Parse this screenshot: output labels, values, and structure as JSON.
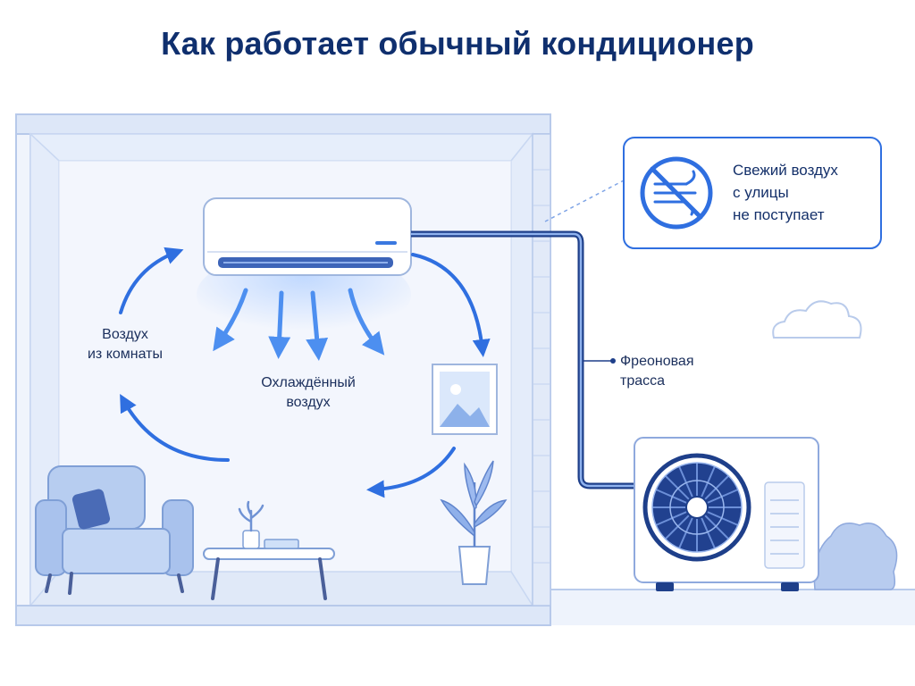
{
  "title": "Как работает обычный кондиционер",
  "labels": {
    "room_air_line1": "Воздух",
    "room_air_line2": "из комнаты",
    "cooled_air_line1": "Охлаждённый",
    "cooled_air_line2": "воздух",
    "freon_line1": "Фреоновая",
    "freon_line2": "трасса"
  },
  "callout": {
    "line1": "Свежий воздух",
    "line2": "с улицы",
    "line3": "не поступает",
    "icon": "no-fresh-air-icon"
  },
  "colors": {
    "title": "#0f2f6e",
    "accent_blue": "#2f6fe0",
    "dark_navy": "#1b2f6a",
    "light_room": "#eef3fc",
    "wall": "#c9d8f2"
  }
}
